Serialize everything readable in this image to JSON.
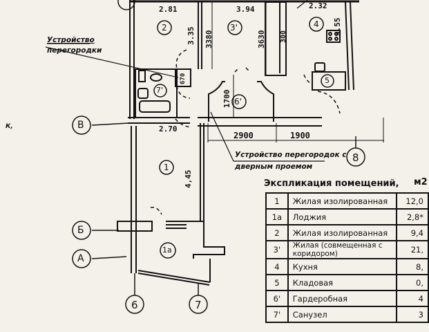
{
  "drawing": {
    "type": "floor-plan",
    "palette": {
      "paper": "#f4f1ea",
      "ink": "#111111"
    },
    "rooms": [
      {
        "id": "1"
      },
      {
        "id": "1а"
      },
      {
        "id": "2"
      },
      {
        "id": "3'"
      },
      {
        "id": "4"
      },
      {
        "id": "5"
      },
      {
        "id": "6'"
      },
      {
        "id": "7'"
      }
    ],
    "axes": {
      "letters": [
        "В",
        "Б",
        "А"
      ],
      "numbers": [
        "6",
        "7",
        "8"
      ]
    },
    "dimensions": {
      "room2_width": "2.81",
      "room3_width": "3.94",
      "room4_width": "2.32",
      "room4_depth": "3.55",
      "room2_depth": "3.35",
      "room3_inner_depth": "3380",
      "closet_depth": "3630",
      "cabinet": "300",
      "partition_length": "670",
      "room6_depth": "1700",
      "bath_width": "2.70",
      "span_left": "2900",
      "span_right": "1900",
      "room1_depth": "4,45"
    },
    "notes": {
      "partition_note_line1": "Устройство",
      "partition_note_line2": "перегородки",
      "door_note_line1": "Устройство перегородок с",
      "door_note_line2": "дверным проемом",
      "margin_mark": "К,"
    }
  },
  "explication": {
    "title": "Экспликация помещений,",
    "unit": "м2",
    "rows": [
      {
        "num": "1",
        "name": "Жилая изолированная",
        "area": "12,0"
      },
      {
        "num": "1а",
        "name": "Лоджия",
        "area": "2,8*"
      },
      {
        "num": "2",
        "name": "Жилая изолированная",
        "area": "9,4"
      },
      {
        "num": "3'",
        "name": "Жилая (совмещенная с коридором)",
        "area": "21,"
      },
      {
        "num": "4",
        "name": "Кухня",
        "area": "8,"
      },
      {
        "num": "5",
        "name": "Кладовая",
        "area": "0,"
      },
      {
        "num": "6'",
        "name": "Гардеробная",
        "area": "4"
      },
      {
        "num": "7'",
        "name": "Санузел",
        "area": "3"
      }
    ]
  }
}
